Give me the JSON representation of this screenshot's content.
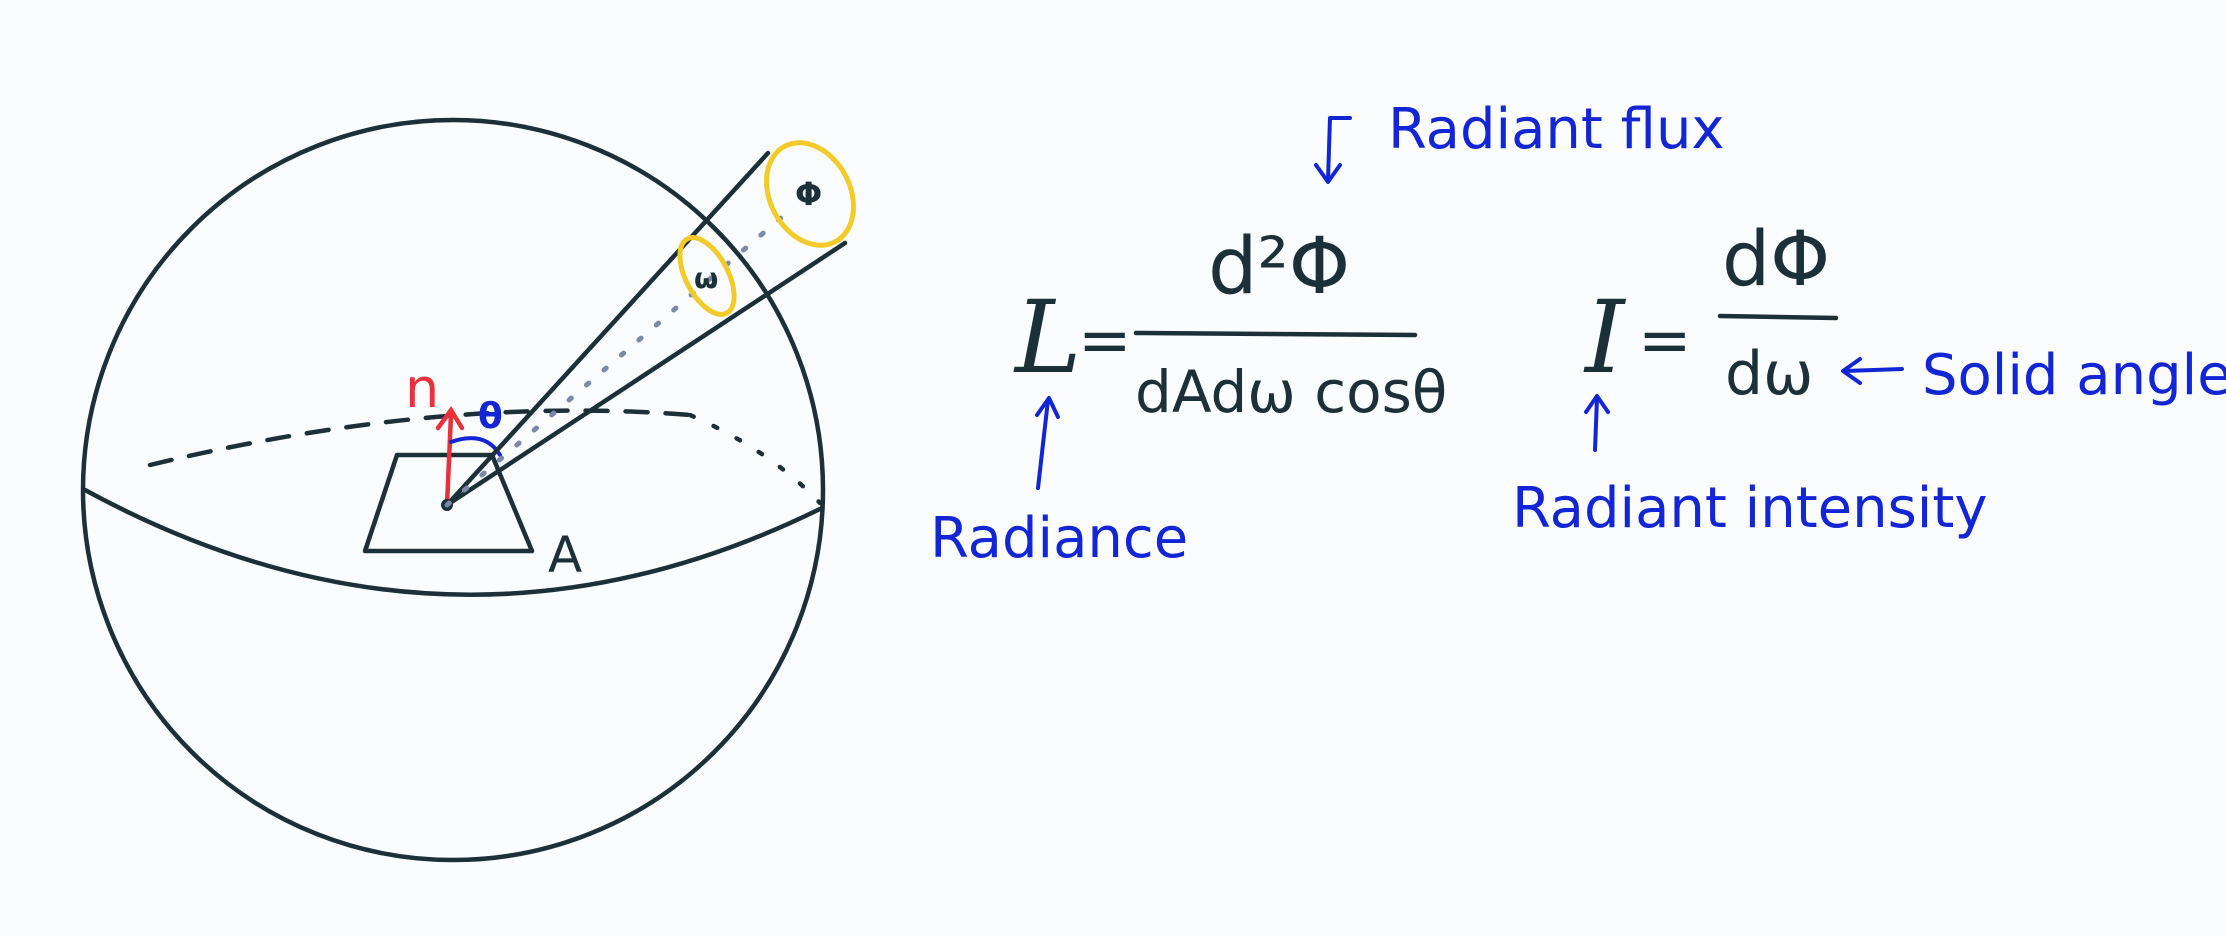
{
  "diagram": {
    "labels": {
      "normal": "n",
      "angle": "θ",
      "area": "A",
      "solid_angle_symbol": "ω",
      "flux_symbol": "Φ"
    }
  },
  "equations": {
    "radiance": {
      "lhs": "L",
      "equals": "=",
      "numerator": "d²Φ",
      "denominator": "dAdω cosθ"
    },
    "intensity": {
      "lhs": "I",
      "equals": "=",
      "numerator": "dΦ",
      "denominator": "dω"
    }
  },
  "annotations": {
    "radiant_flux": "Radiant flux",
    "radiance": "Radiance",
    "radiant_intensity": "Radiant intensity",
    "solid_angle": "Solid angle"
  },
  "colors": {
    "ink": "#1b3038",
    "annotation": "#1326d6",
    "normal": "#e8313b",
    "highlight": "#f2cb2a"
  }
}
